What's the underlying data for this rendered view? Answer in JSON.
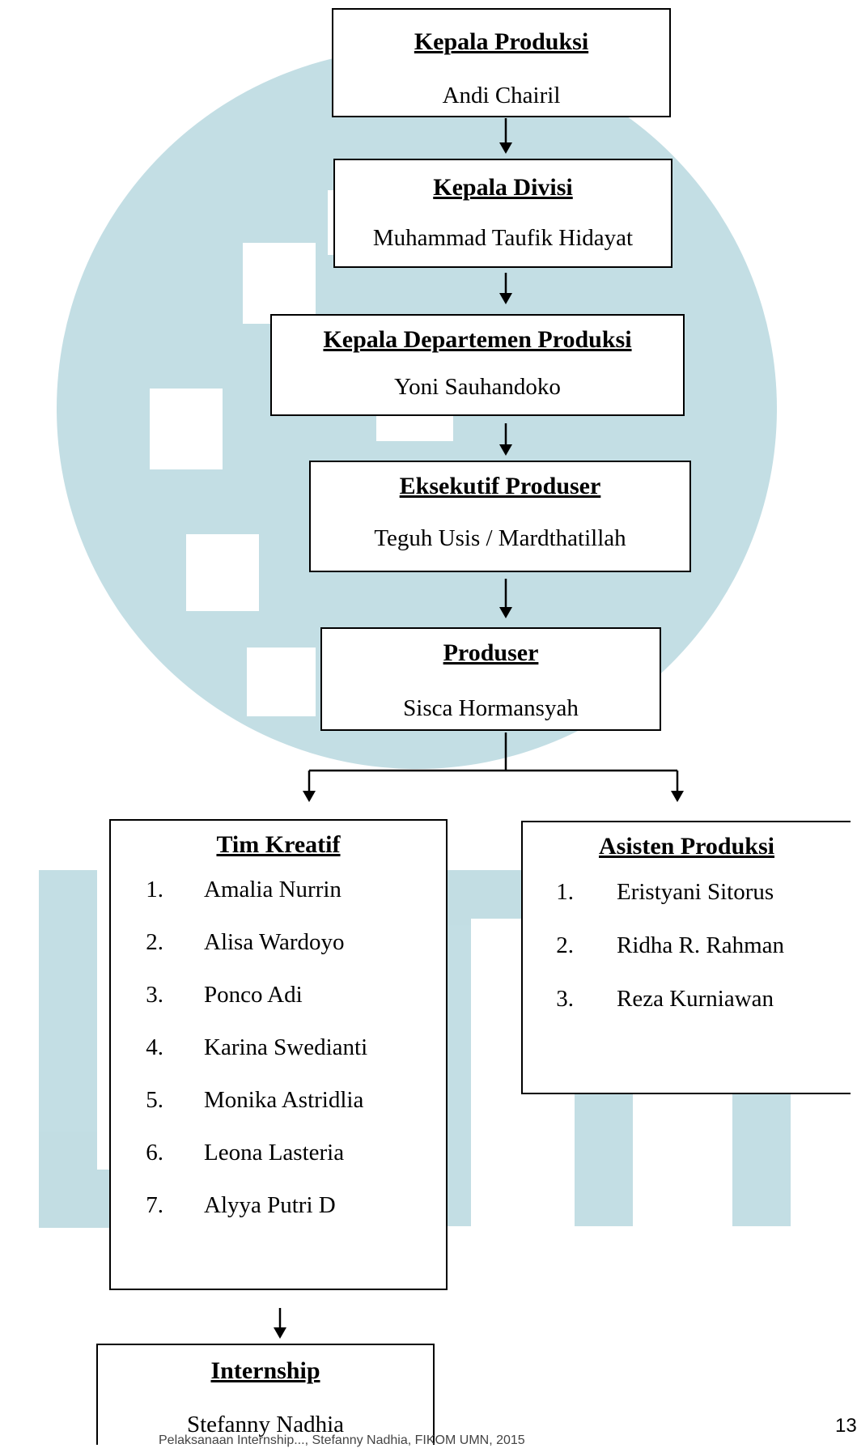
{
  "colors": {
    "watermark": "#b8d8df",
    "border": "#000000",
    "text": "#000000"
  },
  "boxes": {
    "kepala_produksi": {
      "title": "Kepala Produksi",
      "name": "Andi Chairil"
    },
    "kepala_divisi": {
      "title": "Kepala Divisi",
      "name": "Muhammad Taufik Hidayat"
    },
    "kepala_departemen": {
      "title": "Kepala Departemen Produksi",
      "name": "Yoni Sauhandoko"
    },
    "eksekutif_produser": {
      "title": "Eksekutif Produser",
      "name": "Teguh Usis / Mardthatillah"
    },
    "produser": {
      "title": "Produser",
      "name": "Sisca Hormansyah"
    },
    "tim_kreatif": {
      "title": "Tim Kreatif",
      "members": [
        {
          "num": "1.",
          "name": "Amalia Nurrin"
        },
        {
          "num": "2.",
          "name": "Alisa Wardoyo"
        },
        {
          "num": "3.",
          "name": "Ponco Adi"
        },
        {
          "num": "4.",
          "name": "Karina Swedianti"
        },
        {
          "num": "5.",
          "name": "Monika Astridlia"
        },
        {
          "num": "6.",
          "name": "Leona Lasteria"
        },
        {
          "num": "7.",
          "name": "Alyya Putri D"
        }
      ]
    },
    "asisten_produksi": {
      "title": "Asisten Produksi",
      "members": [
        {
          "num": "1.",
          "name": "Eristyani Sitorus"
        },
        {
          "num": "2.",
          "name": "Ridha R. Rahman"
        },
        {
          "num": "3.",
          "name": "Reza Kurniawan"
        }
      ]
    },
    "internship": {
      "title": "Internship",
      "name": "Stefanny Nadhia"
    }
  },
  "page_number": "13",
  "footer": "Pelaksanaan Internship..., Stefanny Nadhia, FIKOM UMN, 2015"
}
